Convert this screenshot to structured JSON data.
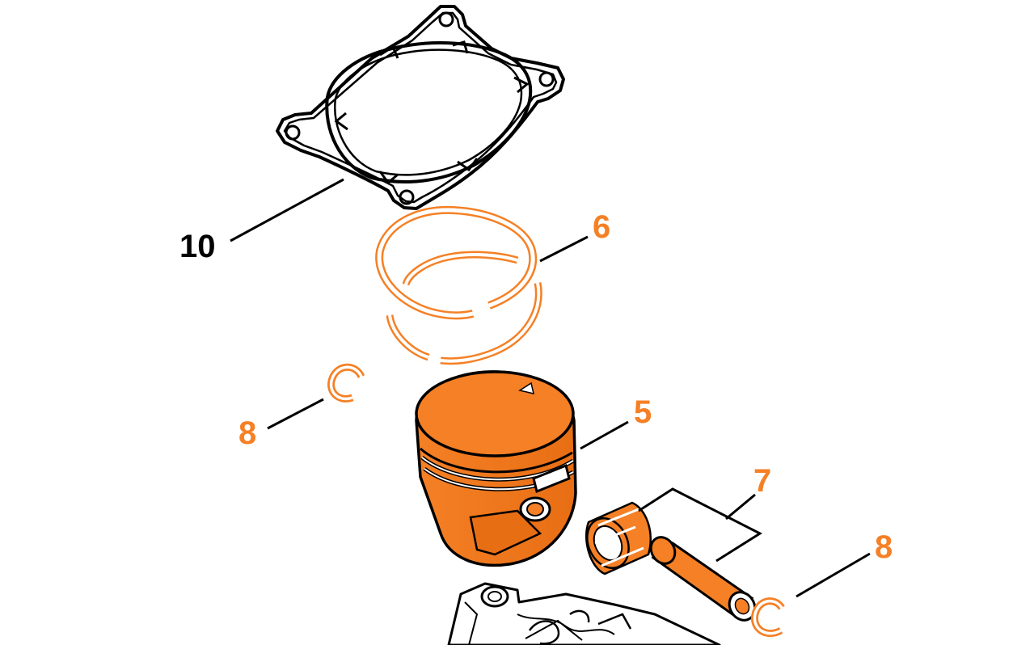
{
  "diagram": {
    "colors": {
      "highlight": "#F58025",
      "outline": "#000000",
      "background": "#FFFFFF"
    },
    "callouts": [
      {
        "id": "gasket",
        "label": "10",
        "color": "#000000"
      },
      {
        "id": "piston-rings",
        "label": "6",
        "color": "#F58025"
      },
      {
        "id": "piston",
        "label": "5",
        "color": "#F58025"
      },
      {
        "id": "circlip-left",
        "label": "8",
        "color": "#F58025"
      },
      {
        "id": "bearing-pin-set",
        "label": "7",
        "color": "#F58025"
      },
      {
        "id": "circlip-right",
        "label": "8",
        "color": "#F58025"
      }
    ]
  }
}
